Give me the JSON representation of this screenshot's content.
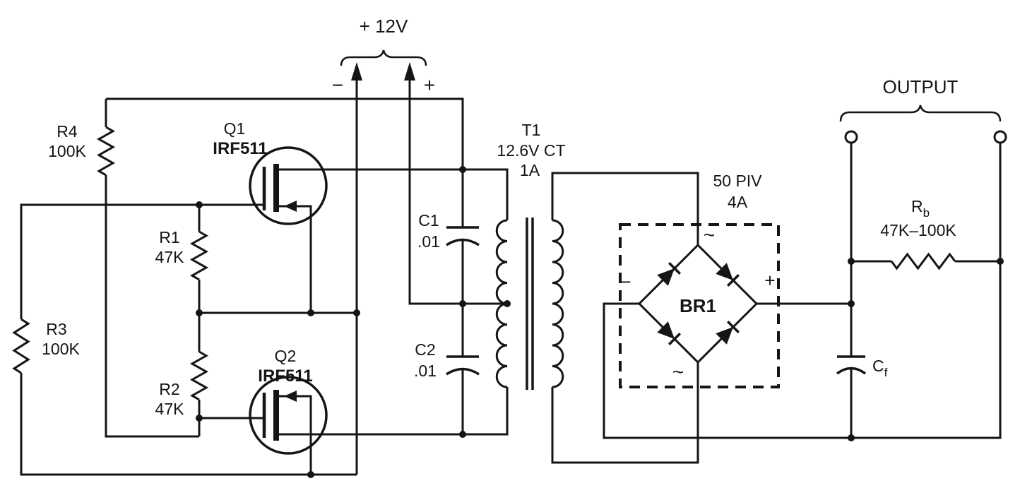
{
  "supply": {
    "label": "+ 12V",
    "neg": "−",
    "pos": "+"
  },
  "transistors": {
    "q1": {
      "ref": "Q1",
      "part": "IRF511"
    },
    "q2": {
      "ref": "Q2",
      "part": "IRF511"
    }
  },
  "resistors": {
    "r1": {
      "ref": "R1",
      "value": "47K"
    },
    "r2": {
      "ref": "R2",
      "value": "47K"
    },
    "r3": {
      "ref": "R3",
      "value": "100K"
    },
    "r4": {
      "ref": "R4",
      "value": "100K"
    }
  },
  "capacitors": {
    "c1": {
      "ref": "C1",
      "value": ".01"
    },
    "c2": {
      "ref": "C2",
      "value": ".01"
    },
    "cf": {
      "ref_main": "C",
      "ref_sub": "f"
    }
  },
  "transformer": {
    "ref": "T1",
    "spec": "12.6V CT",
    "current": "1A"
  },
  "bridge": {
    "ref": "BR1",
    "rating_piv": "50 PIV",
    "rating_current": "4A",
    "ac_top": "~",
    "ac_bottom": "~",
    "dc_neg": "−",
    "dc_pos": "+"
  },
  "output": {
    "label": "OUTPUT",
    "rb_main": "R",
    "rb_sub": "b",
    "rb_value": "47K–100K"
  }
}
